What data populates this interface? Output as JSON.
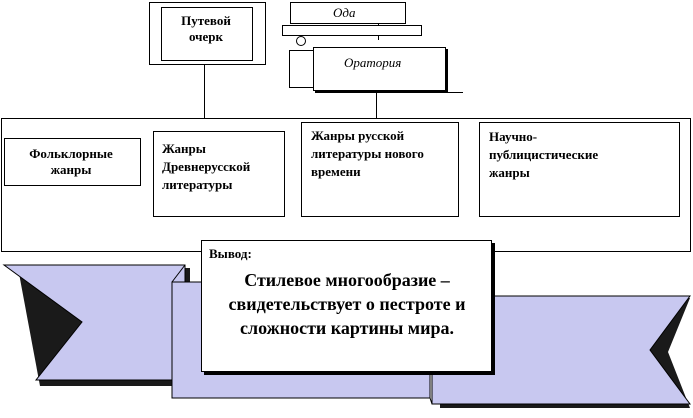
{
  "diagram": {
    "top_nodes": {
      "ocherk": "Путевой очерк",
      "oda": "Ода",
      "oratoriya": "Оратория"
    },
    "genres": [
      "Фольклорные жанры",
      "Жанры Древнерусской литературы",
      "Жанры русской литературы нового времени",
      "Научно-публицистические жанры"
    ],
    "conclusion": {
      "title": "Вывод:",
      "text": "Стилевое многообразие – свидетельствует о пестроте и сложности картины мира."
    },
    "colors": {
      "ribbon_fill": "#c8c8f0",
      "ribbon_shade": "#1a1a1a",
      "border": "#000000",
      "background": "#ffffff"
    }
  }
}
